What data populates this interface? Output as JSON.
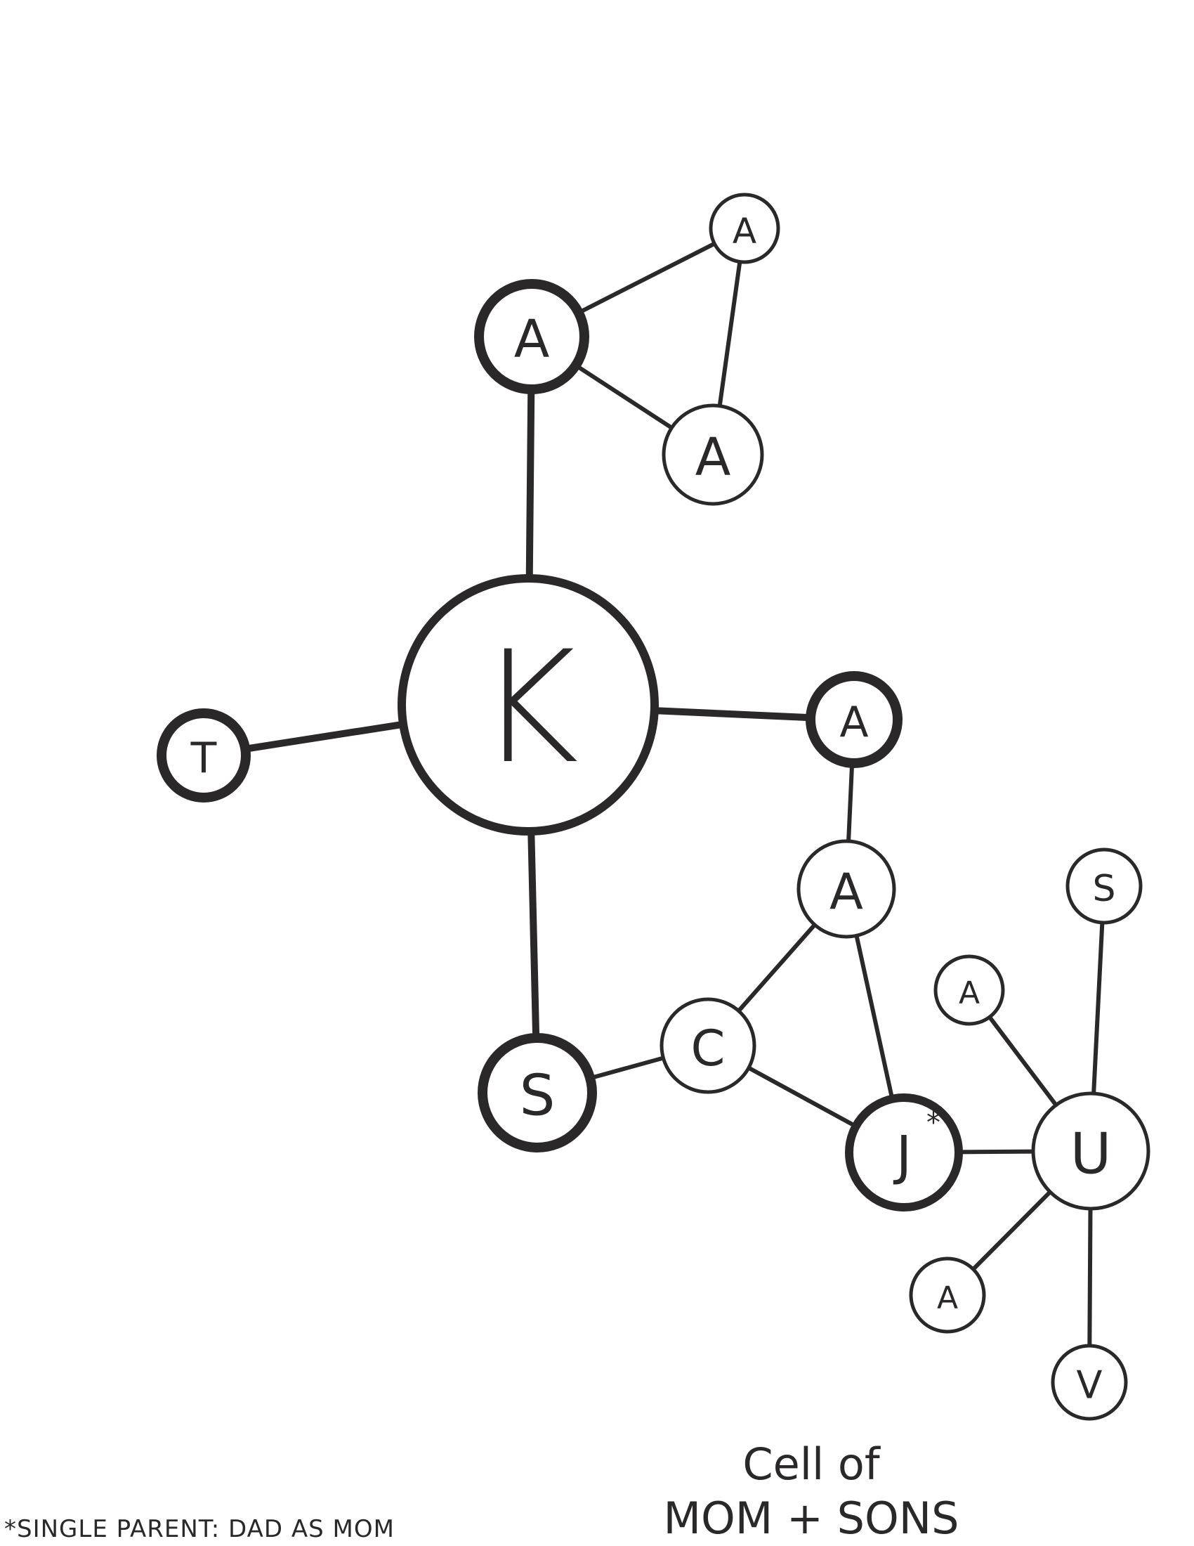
{
  "colors": {
    "ink": "#2a2828",
    "paper": "#ffffff"
  },
  "nodes": [
    {
      "id": "k",
      "label": "K"
    },
    {
      "id": "a1",
      "label": "A"
    },
    {
      "id": "a2",
      "label": "A"
    },
    {
      "id": "a3",
      "label": "A"
    },
    {
      "id": "t",
      "label": "T"
    },
    {
      "id": "a4",
      "label": "A"
    },
    {
      "id": "a5",
      "label": "A"
    },
    {
      "id": "s1",
      "label": "S"
    },
    {
      "id": "c",
      "label": "C"
    },
    {
      "id": "j",
      "label": "J",
      "mark": "*"
    },
    {
      "id": "u",
      "label": "U"
    },
    {
      "id": "s2",
      "label": "S"
    },
    {
      "id": "a6",
      "label": "A"
    },
    {
      "id": "a7",
      "label": "A"
    },
    {
      "id": "v",
      "label": "V"
    }
  ],
  "edges": [
    [
      "k",
      "a1"
    ],
    [
      "a1",
      "a2"
    ],
    [
      "a1",
      "a3"
    ],
    [
      "a2",
      "a3"
    ],
    [
      "k",
      "t"
    ],
    [
      "k",
      "a4"
    ],
    [
      "k",
      "s1"
    ],
    [
      "a4",
      "a5"
    ],
    [
      "a5",
      "c"
    ],
    [
      "a5",
      "j"
    ],
    [
      "s1",
      "c"
    ],
    [
      "c",
      "j"
    ],
    [
      "j",
      "u"
    ],
    [
      "u",
      "s2"
    ],
    [
      "u",
      "a6"
    ],
    [
      "u",
      "a7"
    ],
    [
      "u",
      "v"
    ]
  ],
  "footnote": "*SINGLE PARENT: DAD AS MOM",
  "caption": {
    "line1": "Cell of",
    "line2": "MOM + SONS"
  }
}
